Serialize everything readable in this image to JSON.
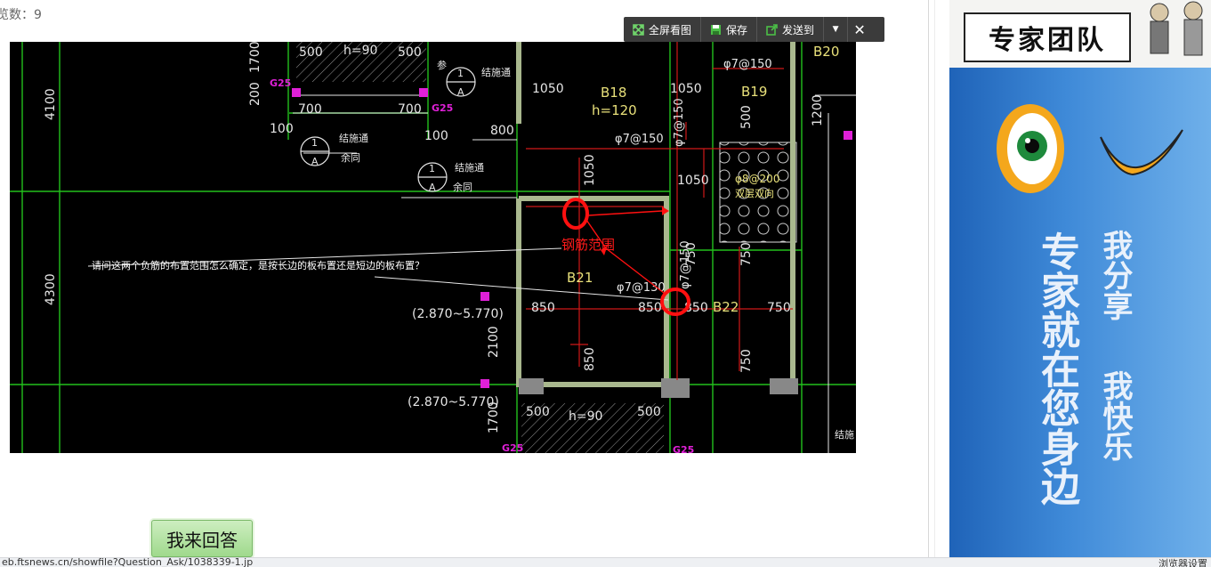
{
  "meta_text": "览数：9",
  "toolbar": {
    "fullscreen_label": "全屏看图",
    "save_label": "保存",
    "send_label": "发送到"
  },
  "drawing": {
    "question": "请问这两个负筋的布置范围怎么确定，是按长边的板布置还是短边的板布置？",
    "annotation": "钢筋范围",
    "labels": {
      "b18": "B18",
      "h120": "h=120",
      "b19": "B19",
      "b21": "B21",
      "b22": "B22",
      "d1050a": "1050",
      "d1050b": "1050",
      "d1050c": "1050",
      "d1050d": "1050",
      "d800": "800",
      "d700a": "700",
      "d700b": "700",
      "d500a": "500",
      "d500b": "500",
      "d500c": "500",
      "d500d": "500",
      "h90a": "h=90",
      "h90b": "h=90",
      "d850a": "850",
      "d850b": "850",
      "d850c": "850",
      "d850d": "850",
      "d750a": "750",
      "d750b": "750",
      "d750c": "750",
      "d750d": "750",
      "d100": "100",
      "d100b": "100",
      "d200": "200",
      "d1700a": "1700",
      "d1700b": "1700",
      "d2100": "2100",
      "d1200": "1200",
      "d4100": "4100",
      "d4300": "4300",
      "elev1": "(2.870~5.770)",
      "elev2": "(2.870~5.770)",
      "r7150a": "φ7@150",
      "r7150b": "φ7@150",
      "r7150c": "φ7@150",
      "r7150d": "φ7@150",
      "r7130": "φ7@130",
      "r8200": "φ8@200",
      "shuangceng": "双层双向",
      "g25a": "G25",
      "g25b": "G25",
      "g25c": "G25",
      "g25d": "G25",
      "jiegou": "结施通",
      "jiegou2": "结施通",
      "yutong": "余同",
      "yutong2": "余同",
      "can": "参",
      "one": "1",
      "one2": "1",
      "one3": "1",
      "a": "A",
      "a2": "A",
      "a3": "A",
      "b20": "B20",
      "jieshi": "结施"
    }
  },
  "answer_button": "我来回答",
  "ad": {
    "title": "专家团队",
    "line1": "专家就在您身边",
    "line2": "我分享",
    "line3": "我快乐"
  },
  "status": {
    "url": "eb.ftsnews.cn/showfile?Question_Ask/1038339-1.jp",
    "right": "浏览器设置"
  },
  "colors": {
    "cad_bg": "#000000",
    "grid": "#22c01c",
    "dim": "#e6e6e6",
    "rebar": "#d01818",
    "slab": "#e8e07a",
    "magenta": "#e020d8",
    "circle": "#ff1010",
    "wall": "#a9b88e"
  }
}
